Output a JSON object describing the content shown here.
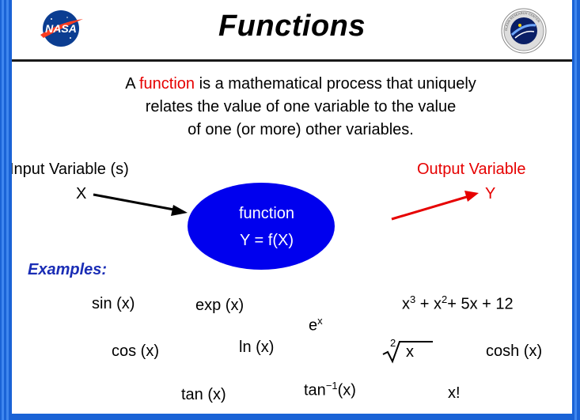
{
  "header": {
    "title": "Functions",
    "logo_left": "NASA",
    "logo_right_ring": "GLENN RESEARCH CENTER"
  },
  "intro": {
    "pre": "A ",
    "highlight": "function",
    "post_line1": " is a mathematical process that uniquely",
    "line2": "relates the value of one variable to the value",
    "line3": "of one  (or more) other variables."
  },
  "diagram": {
    "input_label": "Input  Variable (s)",
    "input_var": "X",
    "output_label": "Output  Variable",
    "output_var": "Y",
    "ellipse_line1": "function",
    "ellipse_line2": "Y  =  f(X)"
  },
  "examples": {
    "heading": "Examples:",
    "sin": "sin (x)",
    "exp": "exp (x)",
    "e_base": "e",
    "e_exp": "x",
    "poly_x1": "x",
    "poly_p1": "3",
    "poly_mid": " +  x",
    "poly_p2": "2",
    "poly_end": "+ 5x + 12",
    "cos": "cos (x)",
    "ln": "ln (x)",
    "root_index": "2",
    "root_arg": "x",
    "cosh": "cosh (x)",
    "tan": "tan (x)",
    "atan_base": "tan",
    "atan_exp": "−1",
    "atan_arg": "(x)",
    "fact": "x!"
  },
  "colors": {
    "background_blue": "#1a63d6",
    "ellipse_blue": "#0000ee",
    "accent_red": "#e60000",
    "examples_blue": "#1a2db5"
  }
}
